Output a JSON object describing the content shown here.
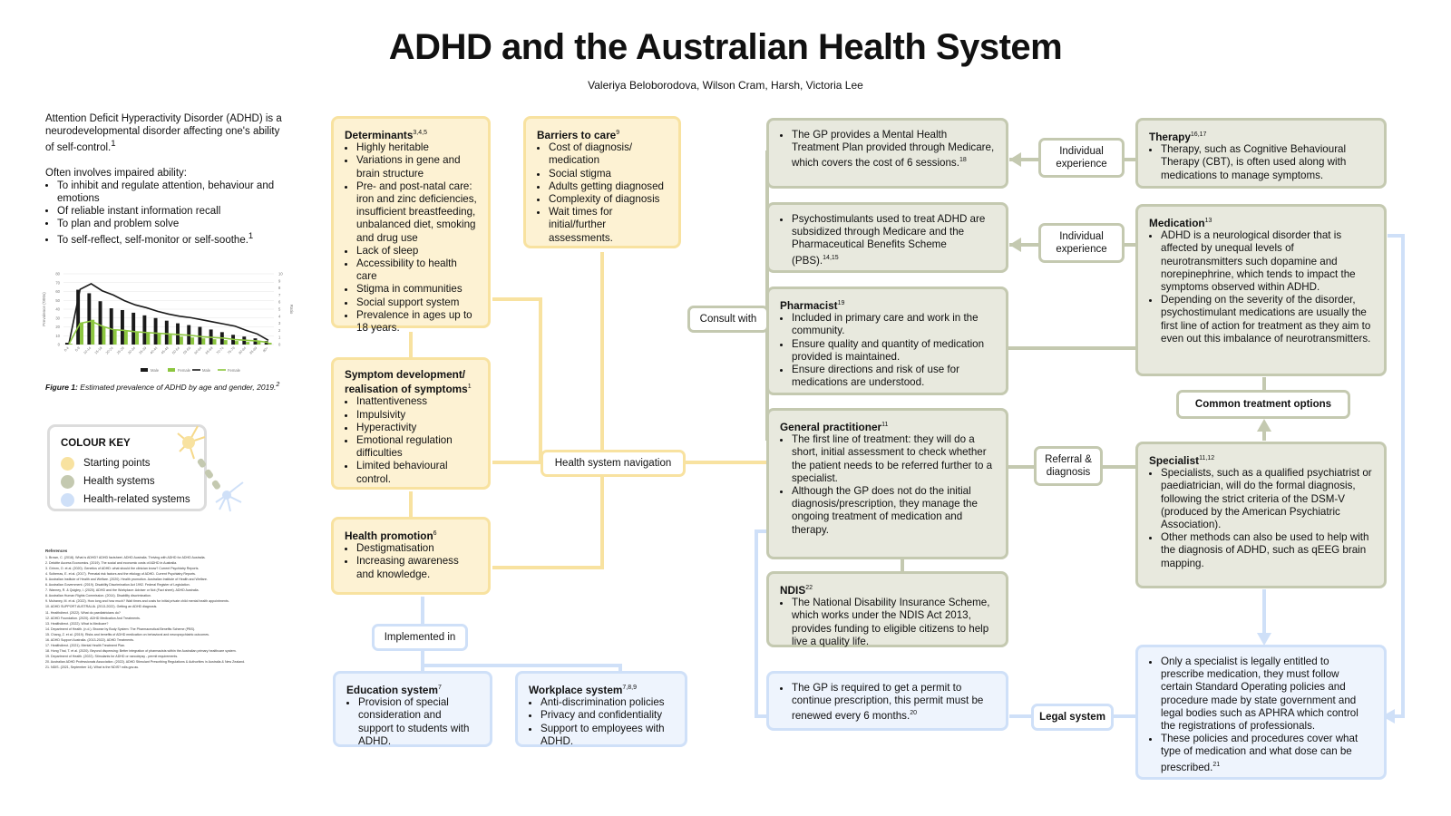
{
  "title": "ADHD and the Australian Health System",
  "authors": "Valeriya Beloborodova, Wilson Cram, Harsh, Victoria Lee",
  "intro": {
    "p1": "Attention Deficit Hyperactivity Disorder (ADHD) is a neurodevelopmental disorder affecting one's ability of self-control.",
    "p1_sup": "1",
    "p2": "Often involves impaired ability:",
    "items": [
      "To inhibit and regulate attention, behaviour and emotions",
      "Of reliable instant information recall",
      "To plan and problem solve",
      "To self-reflect, self-monitor or self-soothe."
    ],
    "last_sup": "1"
  },
  "chart_data": {
    "type": "bar",
    "categories": [
      "0-4",
      "5-9",
      "10-14",
      "15-19",
      "20-24",
      "25-29",
      "30-34",
      "35-39",
      "40-44",
      "45-49",
      "50-54",
      "55-59",
      "60-64",
      "65-69",
      "70-74",
      "75-79",
      "80-84",
      "85-89",
      "90+"
    ],
    "series": [
      {
        "name": "Male",
        "type": "bar",
        "values": [
          2,
          62,
          58,
          49,
          41,
          39,
          36,
          33,
          30,
          27,
          24,
          22,
          20,
          17,
          14,
          11,
          9,
          7,
          4
        ]
      },
      {
        "name": "Female",
        "type": "bar",
        "values": [
          1,
          24,
          28,
          20,
          16,
          15,
          14,
          13,
          12,
          11,
          9,
          8,
          7,
          6,
          5,
          4,
          3,
          3,
          2
        ]
      },
      {
        "name": "Male",
        "type": "line",
        "axis": "right",
        "values": [
          0.2,
          7.8,
          8.6,
          7.6,
          7.0,
          6.2,
          5.6,
          5.2,
          4.7,
          4.3,
          4.0,
          3.8,
          3.5,
          3.2,
          2.9,
          2.6,
          2.0,
          1.5,
          0.6
        ]
      },
      {
        "name": "Female",
        "type": "line",
        "axis": "right",
        "values": [
          0.1,
          3.0,
          3.3,
          2.6,
          2.1,
          2.0,
          1.8,
          1.7,
          1.6,
          1.5,
          1.4,
          1.3,
          1.1,
          1.0,
          0.9,
          0.7,
          0.6,
          0.5,
          0.3
        ]
      }
    ],
    "ylabel": "Prevalence ('000s)",
    "y2label": "Ratio",
    "ylim": [
      0,
      80
    ],
    "y2lim": [
      0,
      10
    ],
    "yticks": [
      "0",
      "10",
      "20",
      "30",
      "40",
      "50",
      "60",
      "70",
      "80"
    ],
    "y2ticks": [
      "0",
      "1",
      "2",
      "3",
      "4",
      "5",
      "6",
      "7",
      "8",
      "9",
      "10"
    ],
    "legend": [
      "Male",
      "Female",
      "Male",
      "Female"
    ],
    "colors": {
      "male": "#1a1a1a",
      "female": "#8cc63f"
    }
  },
  "caption": {
    "label": "Figure 1:",
    "text": "Estimated prevalence of ADHD by age and gender, 2019.",
    "sup": "2"
  },
  "colour_key": {
    "title": "COLOUR KEY",
    "items": [
      {
        "label": "Starting points",
        "color": "#f8e2a0"
      },
      {
        "label": "Health systems",
        "color": "#c4c9b0"
      },
      {
        "label": "Health-related systems",
        "color": "#cfe0f8"
      }
    ]
  },
  "references": {
    "heading": "References",
    "items": [
      "1. Brown, C. (2018). What is ADHD? ADHD factsheet. ADHD Australia. Thriving with ADHD for ADHD Australia.",
      "2. Deloitte Access Economics. (2019). The social and economic costs of ADHD in Australia.",
      "3. Grimm, O. et al. (2020). Genetics of ADHD: what should the clinician know? Current Psychiatry Reports.",
      "4. Sciberras, E. et al. (2017). Prenatal risk factors and the etiology of ADHD. Current Psychiatry Reports.",
      "5. Australian Institute of Health and Welfare. (2020). Health promotion. Australian Institute of Health and Welfare.",
      "6. Australian Government. (2019). Disability Discrimination Act 1992. Federal Register of Legislation.",
      "7. Wanney, R. & Quigley, I. (2020). ADHD and the Workplace: Adviser or Not (Fact sheet). ADHD Australia.",
      "8. Australian Human Rights Commission. (2014). Disability discrimination.",
      "9. Mulraney, M. et al. (2022). How long and how much? Wait times and costs for initial private child mental health appointments.",
      "10. ADHD SUPPORT AUSTRALIA. (2013-2022). Getting an ADHD diagnosis.",
      "11. Healthdirect. (2022). What do paediatricians do?",
      "12. ADHD Foundation. (2020). ADHD Medication And Treatments.",
      "13. Healthdirect. (2022). What is Medicare?",
      "14. Department of Health. (n.d.). Browse by Body System: The Pharmaceutical Benefits Scheme (PBS).",
      "15. Chang, Z. et al. (2019). Risks and benefits of ADHD medication on behavioral and neuropsychiatric outcomes.",
      "16. ADHD Support Australia. (2013-2022). ADHD Treatments.",
      "17. Healthdirect. (2021). Mental Health Treatment Plan.",
      "18. Hong Thai, T. et al. (2020). Beyond dispensing: Better integration of pharmacists within the Australian primary healthcare system.",
      "19. Department of Health. (2022). Stimulants for ADHD or narcolepsy - permit requirements.",
      "20. Australian ADHD Professionals Association. (2022). ADHD Stimulant Prescribing Regulations & Authorities in Australia & New Zealand.",
      "21. NDIS. (2021, September 14). What is the NDIS? ndis.gov.au."
    ]
  },
  "boxes": {
    "determinants": {
      "title": "Determinants",
      "sup": "3,4,5",
      "items": [
        "Highly heritable",
        "Variations in gene and brain structure",
        "Pre- and post-natal care: iron and zinc deficiencies, insufficient breastfeeding, unbalanced diet, smoking and drug use",
        "Lack of sleep",
        "Accessibility to health care",
        "Stigma in communities",
        "Social support system",
        "Prevalence in ages up to 18 years."
      ]
    },
    "barriers": {
      "title": "Barriers to care",
      "sup": "9",
      "items": [
        "Cost of diagnosis/ medication",
        "Social stigma",
        "Adults getting diagnosed",
        "Complexity of diagnosis",
        "Wait times for initial/further assessments."
      ]
    },
    "symptom": {
      "title": "Symptom development/ realisation of symptoms",
      "sup": "1",
      "items": [
        "Inattentiveness",
        "Impulsivity",
        "Hyperactivity",
        "Emotional regulation difficulties",
        "Limited behavioural control."
      ]
    },
    "promotion": {
      "title": "Health promotion",
      "sup": "6",
      "items": [
        "Destigmatisation",
        "Increasing awareness and knowledge."
      ]
    },
    "education": {
      "title": "Education system",
      "sup": "7",
      "items": [
        "Provision of special consideration and support to students with ADHD."
      ]
    },
    "workplace": {
      "title": "Workplace system",
      "sup": "7,8,9",
      "items": [
        "Anti-discrimination policies",
        "Privacy and confidentiality",
        "Support to employees with ADHD."
      ]
    },
    "gp_plan": {
      "text": "The GP provides a Mental Health Treatment Plan provided through Medicare, which covers the cost of 6 sessions.",
      "sup": "18"
    },
    "psycho": {
      "text": "Psychostimulants used to treat ADHD are subsidized through Medicare and the Pharmaceutical Benefits Scheme (PBS).",
      "sup": "14,15"
    },
    "pharmacist": {
      "title": "Pharmacist",
      "sup": "19",
      "items": [
        "Included in primary care and work in the community.",
        "Ensure quality and quantity of medication provided is maintained.",
        "Ensure directions and risk of use for medications are understood."
      ]
    },
    "gp": {
      "title": "General practitioner",
      "sup": "11",
      "items": [
        "The first line of treatment: they will do a short, initial assessment to check whether the patient needs to be referred further to a specialist.",
        "Although the GP does not do the initial diagnosis/prescription, they manage the ongoing treatment of medication and therapy."
      ]
    },
    "ndis": {
      "title": "NDIS",
      "sup": "22",
      "items": [
        "The National Disability Insurance Scheme, which works under the NDIS Act 2013, provides funding to eligible citizens to help live a quality life."
      ]
    },
    "permit": {
      "text": "The GP is required to get a permit to continue prescription, this permit must be renewed every 6 months.",
      "sup": "20"
    },
    "therapy": {
      "title": "Therapy",
      "sup": "16,17",
      "items": [
        "Therapy, such as Cognitive Behavioural Therapy (CBT), is often used along with medications to manage symptoms."
      ]
    },
    "medication": {
      "title": "Medication",
      "sup": "13",
      "items": [
        "ADHD is a neurological disorder that is affected by unequal levels of neurotransmitters such dopamine and norepinephrine, which tends to impact the symptoms observed within ADHD.",
        "Depending on the severity of the disorder, psychostimulant medications are usually the first line of action for treatment as they aim to even out this imbalance of neurotransmitters."
      ]
    },
    "specialist": {
      "title": "Specialist",
      "sup": "11,12",
      "items": [
        "Specialists, such as a qualified psychiatrist or paediatrician, will do the formal diagnosis, following the strict criteria of the DSM-V (produced by the American Psychiatric Association).",
        "Other methods can also be used to help with the diagnosis of ADHD, such as qEEG brain mapping."
      ]
    },
    "legal": {
      "items": [
        "Only a specialist is legally entitled to prescribe medication, they must follow certain Standard Operating policies and procedure made by state government and legal bodies such as APHRA which control the registrations of professionals.",
        "These policies and procedures cover what type of medication and what dose can be prescribed."
      ],
      "sup": "21"
    }
  },
  "labels": {
    "individual1": "Individual experience",
    "individual2": "Individual experience",
    "consult": "Consult with",
    "nav": "Health system navigation",
    "implemented": "Implemented in",
    "referral": "Referral & diagnosis",
    "common": "Common treatment options",
    "legal_system": "Legal system"
  }
}
